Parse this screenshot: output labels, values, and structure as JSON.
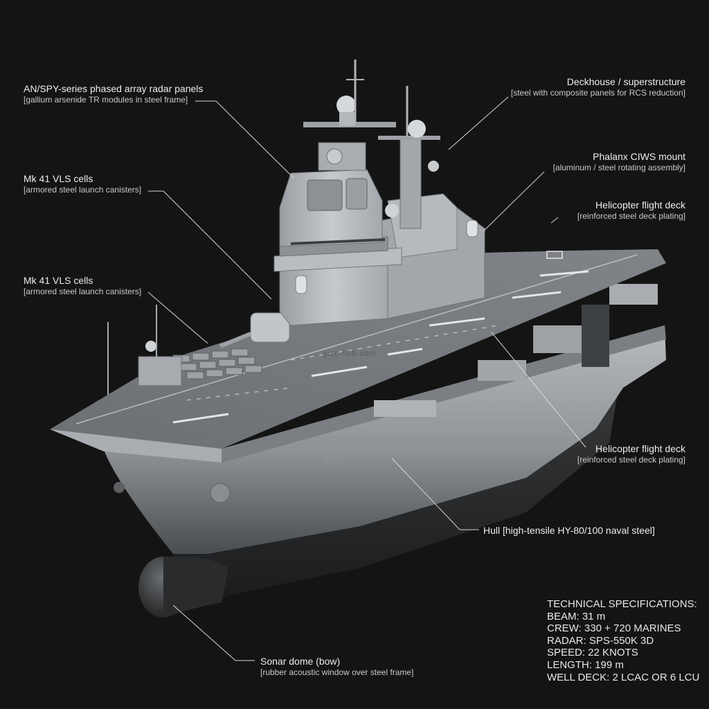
{
  "callouts": [
    {
      "id": "radar",
      "title": "AN/SPY-series phased array radar panels",
      "detail": "[gallium arsenide TR modules in steel frame]"
    },
    {
      "id": "vls1",
      "title": "Mk 41 VLS cells",
      "detail": "[armored steel launch canisters]"
    },
    {
      "id": "vls2",
      "title": "Mk 41 VLS cells",
      "detail": "[armored steel launch canisters]"
    },
    {
      "id": "deckhouse",
      "title": "Deckhouse / superstructure",
      "detail": "[steel with composite panels for RCS reduction]"
    },
    {
      "id": "ciws",
      "title": "Phalanx CIWS mount",
      "detail": "[aluminum / steel rotating assembly]"
    },
    {
      "id": "flightdeck-top",
      "title": "Helicopter flight deck",
      "detail": "[reinforced steel deck plating]"
    },
    {
      "id": "flightdeck-side",
      "title": "Helicopter flight deck",
      "detail": "[reinforced steel deck plating]"
    },
    {
      "id": "hull",
      "title": "Hull [high-tensile HY-80/100 naval steel]"
    },
    {
      "id": "sonar",
      "title": "Sonar dome (bow)",
      "detail": "[rubber acoustic window over steel frame]"
    }
  ],
  "hull_number": "6112",
  "watermark": "gisc-hub.com",
  "specs": {
    "heading": "TECHNICAL SPECIFICATIONS:",
    "lines": [
      "BEAM: 31 m",
      "CREW: 330 + 720 MARINES",
      "RADAR: SPS-550K 3D",
      "SPEED: 22 KNOTS",
      "LENGTH: 199 m",
      "WELL DECK: 2 LCAC OR 6 LCU"
    ]
  },
  "colors": {
    "background": "#141414",
    "hull_grey": "#9a9ea2",
    "deck_grey": "#6f7377",
    "leader_line": "#d8d8d8",
    "text": "#e6e6e6"
  }
}
